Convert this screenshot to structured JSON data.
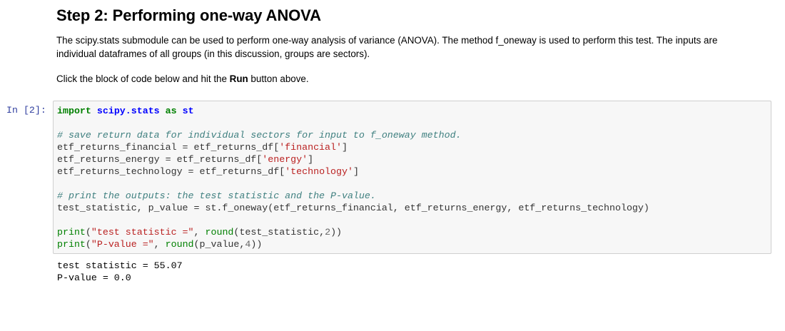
{
  "markdown": {
    "heading": "Step 2: Performing one-way ANOVA",
    "paragraph1_line1": "The scipy.stats submodule can be used to perform one-way analysis of variance (ANOVA). The method f_oneway is used to perform this test. The inputs are",
    "paragraph1_line2": "individual dataframes of all groups (in this discussion, groups are sectors).",
    "paragraph2_pre": "Click the block of code below and hit the ",
    "paragraph2_bold": "Run",
    "paragraph2_post": " button above."
  },
  "cell": {
    "prompt": "In [2]:",
    "code": {
      "l1_import": "import",
      "l1_module": "scipy.stats",
      "l1_as": "as",
      "l1_alias": "st",
      "l3_comment": "# save return data for individual sectors for input to f_oneway method.",
      "l4_pre": "etf_returns_financial = etf_returns_df[",
      "l4_str": "'financial'",
      "l4_post": "]",
      "l5_pre": "etf_returns_energy = etf_returns_df[",
      "l5_str": "'energy'",
      "l5_post": "]",
      "l6_pre": "etf_returns_technology = etf_returns_df[",
      "l6_str": "'technology'",
      "l6_post": "]",
      "l8_comment": "# print the outputs: the test statistic and the P-value.",
      "l9": "test_statistic, p_value = st.f_oneway(etf_returns_financial, etf_returns_energy, etf_returns_technology)",
      "l11_print": "print",
      "l11_open": "(",
      "l11_str": "\"test statistic =\"",
      "l11_comma": ", ",
      "l11_round": "round",
      "l11_args": "(test_statistic,",
      "l11_num": "2",
      "l11_close": "))",
      "l12_print": "print",
      "l12_open": "(",
      "l12_str": "\"P-value =\"",
      "l12_comma": ", ",
      "l12_round": "round",
      "l12_args": "(p_value,",
      "l12_num": "4",
      "l12_close": "))"
    },
    "output": {
      "line1": "test statistic = 55.07",
      "line2": "P-value = 0.0"
    }
  }
}
